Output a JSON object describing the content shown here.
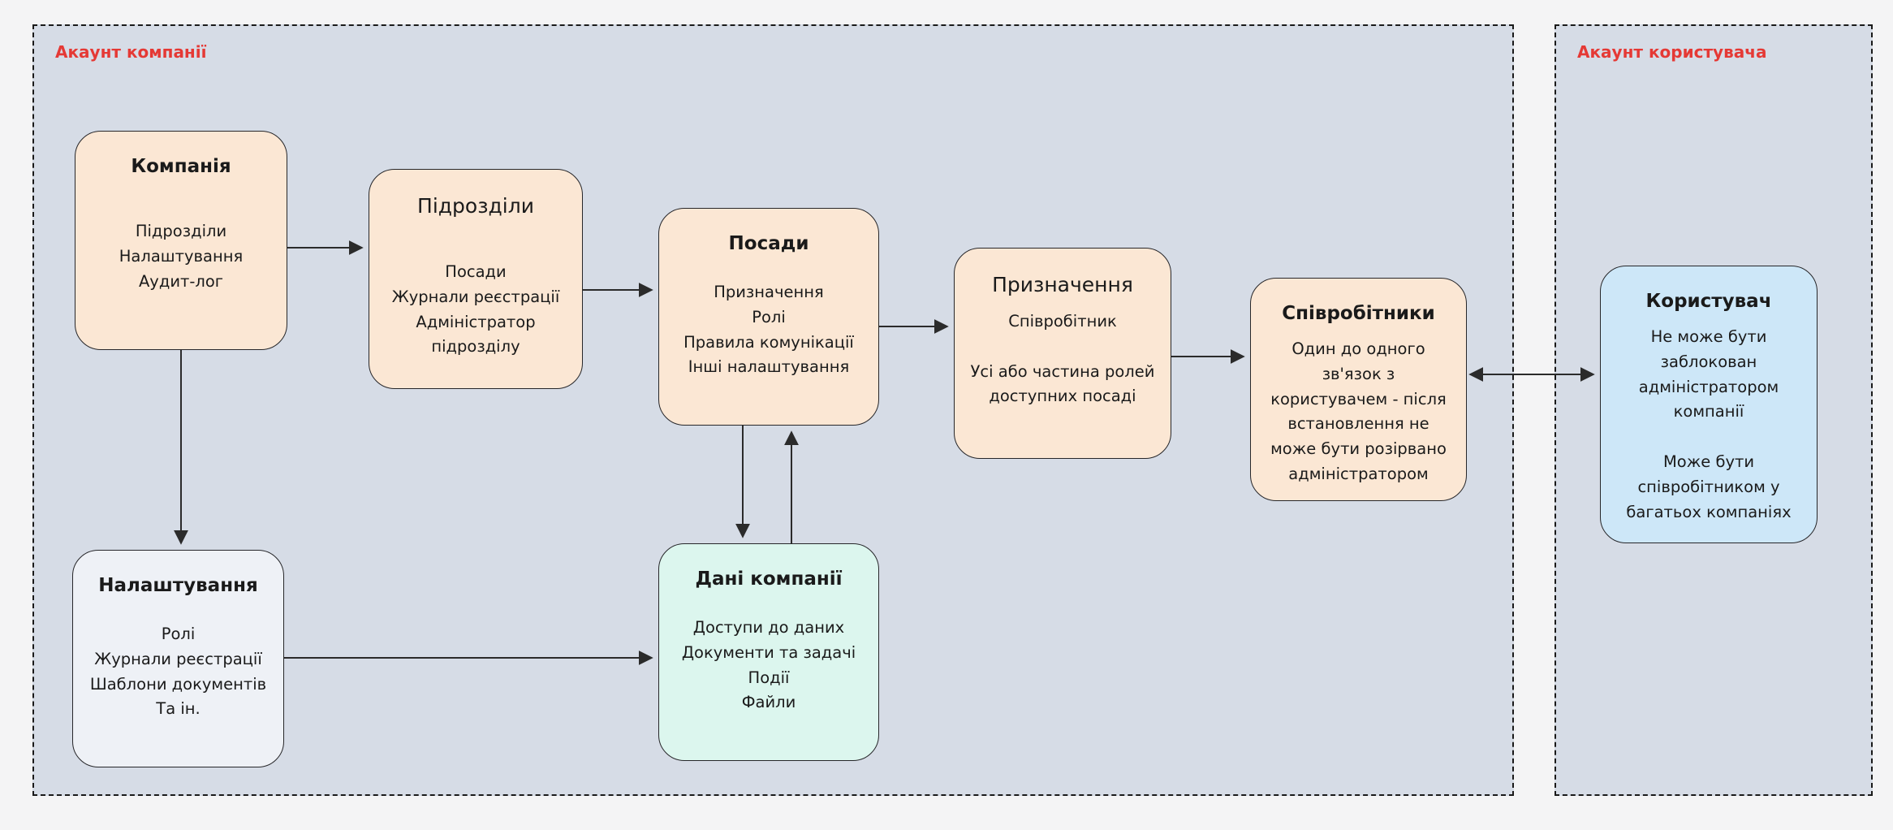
{
  "containers": {
    "company": {
      "label": "Акаунт компанії"
    },
    "user": {
      "label": "Акаунт користувача"
    }
  },
  "nodes": {
    "company": {
      "title": "Компанія",
      "body": "Підрозділи\nНалаштування\nАудит-лог"
    },
    "departments": {
      "title": "Підрозділи",
      "body": "Посади\nЖурнали реєстрації\nАдміністратор підрозділу"
    },
    "positions": {
      "title": "Посади",
      "body": "Призначення\nРолі\nПравила комунікації\nІнші налаштування"
    },
    "assignments": {
      "title": "Призначення",
      "body": "Співробітник\n\nУсі або частина ролей доступних посаді"
    },
    "employees": {
      "title": "Співробітники",
      "body": "Один до одного зв'язок з користувачем - після встановлення не може бути розірвано адміністратором"
    },
    "user": {
      "title": "Користувач",
      "body": "Не може бути заблокован адміністратором компанії\n\nМоже бути співробітником у багатьох компаніях"
    },
    "settings": {
      "title": "Налаштування",
      "body": "Ролі\nЖурнали реєстрації\nШаблони документів\nТа ін."
    },
    "company_data": {
      "title": "Дані компанії",
      "body": "Доступи до даних\nДокументи та задачі\nПодії\nФайли"
    }
  },
  "colors": {
    "page_bg": "#f4f4f5",
    "container_bg": "#d6dce6",
    "label_red": "#e53935",
    "node_peach": "#fbe7d4",
    "node_gray": "#eef1f6",
    "node_mint": "#dcf6ee",
    "node_blue": "#cde7f8",
    "border": "#27272a"
  }
}
